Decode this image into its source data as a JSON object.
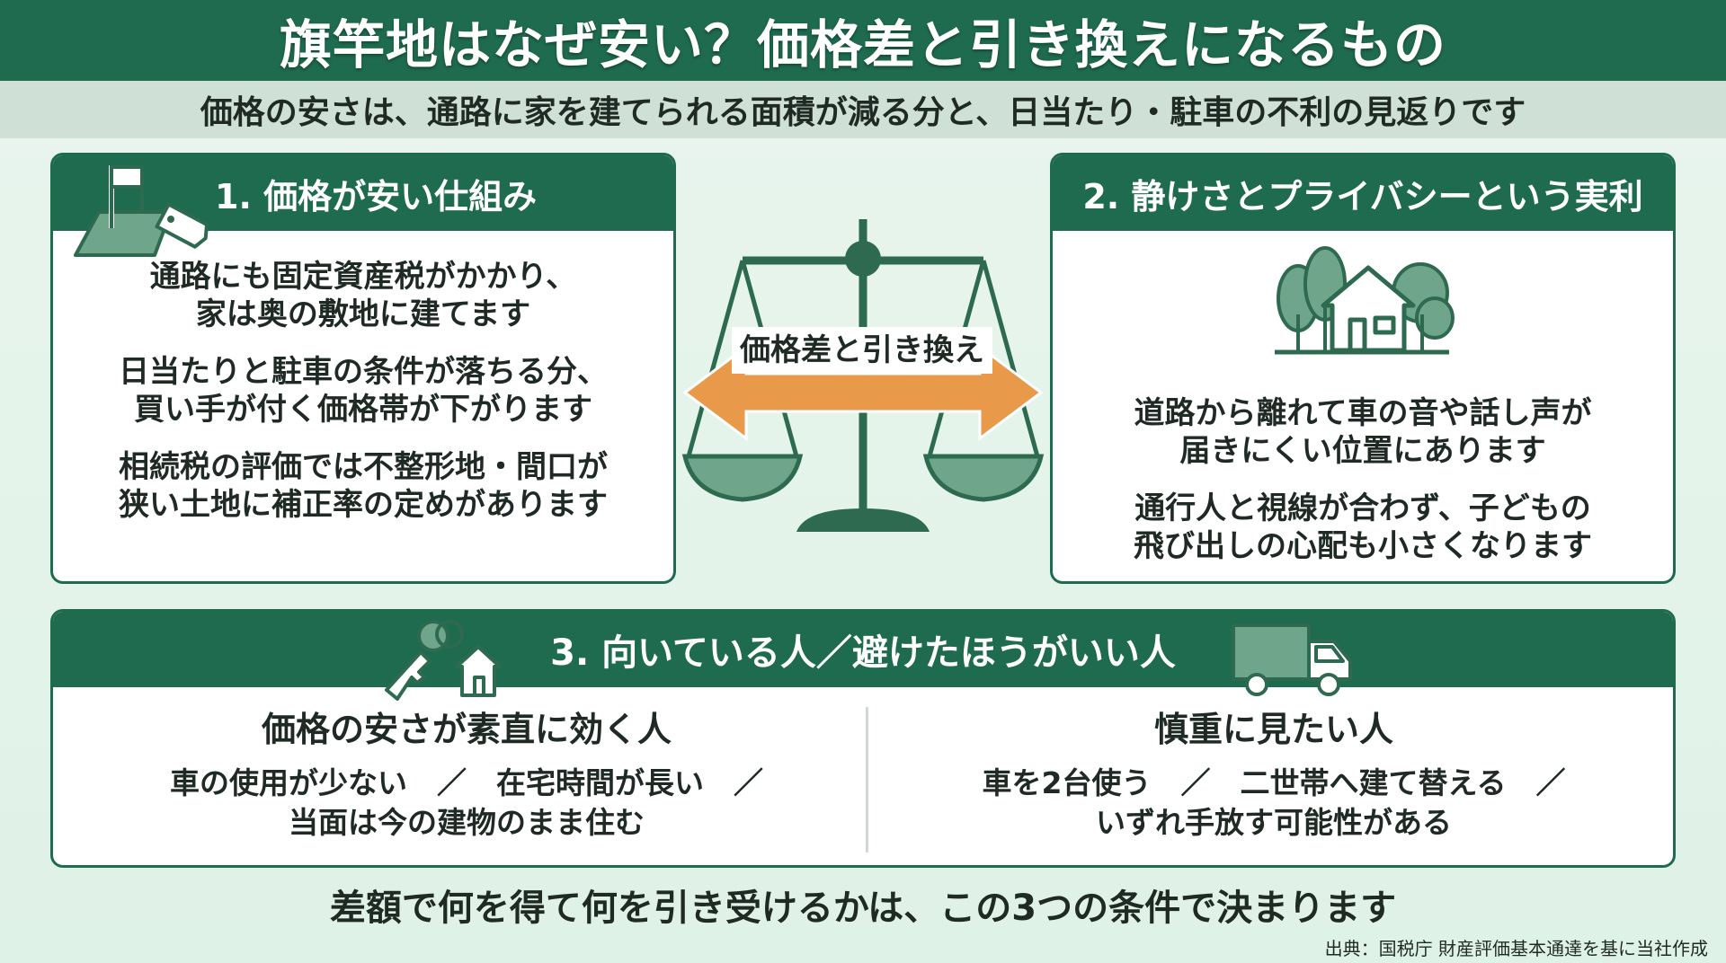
{
  "title": "旗竿地はなぜ安い？価格差と引き換えになるもの",
  "subtitle": "価格の安さは、通路に家を建てられる面積が減る分と、日当たり・駐車の不利の見返りです",
  "card1": {
    "title": "1. 価格が安い仕組み",
    "icon": "flag-lot-price-tag-icon",
    "paragraphs": [
      {
        "line1": "通路にも固定資産税がかかり、",
        "line2": "家は奥の敷地に建てます"
      },
      {
        "line1": "日当たりと駐車の条件が落ちる分、",
        "line2": "買い手が付く価格帯が下がります"
      },
      {
        "line1": "相続税の評価では不整形地・間口が",
        "line2": "狭い土地に補正率の定めがあります"
      }
    ]
  },
  "center": {
    "icon": "balance-scale-icon",
    "label": "価格差と引き換え"
  },
  "card2": {
    "title": "2. 静けさとプライバシーという実利",
    "icon": "house-trees-icon",
    "paragraphs": [
      {
        "line1": "道路から離れて車の音や話し声が",
        "line2": "届きにくい位置にあります"
      },
      {
        "line1": "通行人と視線が合わず、子どもの",
        "line2": "飛び出しの心配も小さくなります"
      }
    ]
  },
  "card3": {
    "title": "3. 向いている人／避けたほうがいい人",
    "left_icon": "house-key-icon",
    "right_icon": "moving-truck-icon",
    "left": {
      "heading": "価格の安さが素直に効く人",
      "line1": "車の使用が少ない　／　在宅時間が長い　／",
      "line2": "当面は今の建物のまま住む"
    },
    "right": {
      "heading": "慎重に見たい人",
      "line1": "車を2台使う　／　二世帯へ建て替える　／",
      "line2": "いずれ手放す可能性がある"
    }
  },
  "conclusion": "差額で何を得て何を引き受けるかは、この3つの条件で決まります",
  "source": "出典：国税庁 財産評価基本通達を基に当社作成",
  "colors": {
    "primary": "#1f6b4f",
    "accent": "#e8994a",
    "icon_green": "#2e6a50",
    "background": "#e3f3ea"
  }
}
